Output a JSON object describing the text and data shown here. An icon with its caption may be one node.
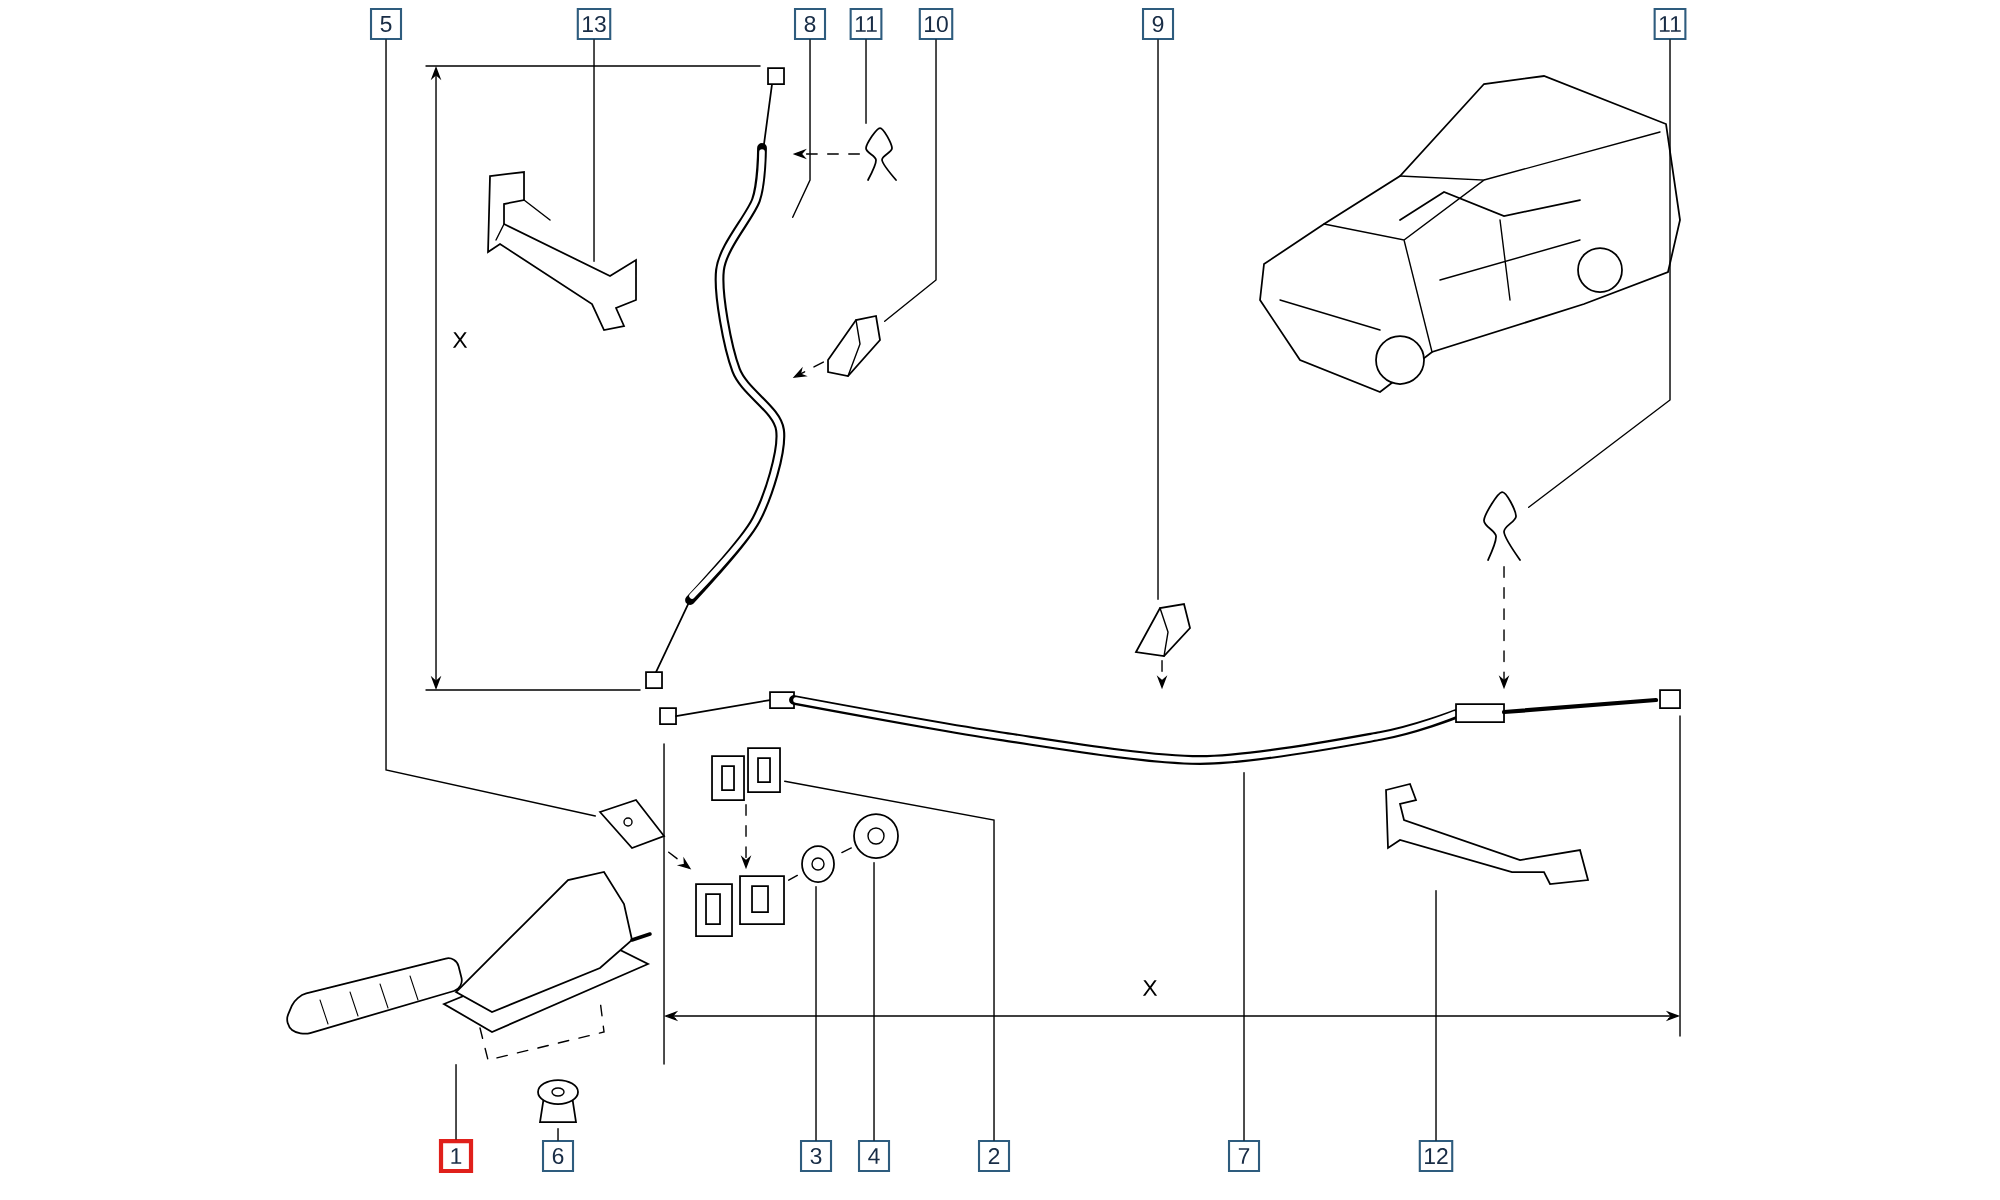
{
  "diagram": {
    "nodes": [
      {
        "text": [
          "5"
        ]
      },
      {
        "text": [
          "13"
        ]
      },
      {
        "text": [
          "8"
        ]
      },
      {
        "text": [
          "11"
        ]
      },
      {
        "text": [
          "10"
        ]
      },
      {
        "text": [
          "9"
        ]
      },
      {
        "text": [
          "11"
        ]
      },
      {
        "text": [
          "1"
        ]
      },
      {
        "text": [
          "6"
        ]
      },
      {
        "text": [
          "3"
        ]
      },
      {
        "text": [
          "4"
        ]
      },
      {
        "text": [
          "2"
        ]
      },
      {
        "text": [
          "7"
        ]
      },
      {
        "text": [
          "12"
        ]
      },
      {
        "text": [],
        "shape": "picture"
      },
      {
        "text": [],
        "shape": "picture"
      },
      {
        "text": [],
        "shape": "picture"
      },
      {
        "text": [],
        "shape": "picture"
      },
      {
        "text": [],
        "shape": "picture"
      },
      {
        "text": [],
        "shape": "picture"
      },
      {
        "text": [],
        "shape": "picture"
      },
      {
        "text": [],
        "shape": "picture"
      },
      {
        "text": [],
        "shape": "picture"
      },
      {
        "text": [],
        "shape": "picture"
      },
      {
        "text": [],
        "shape": "picture"
      },
      {
        "text": [],
        "shape": "picture"
      },
      {
        "text": [],
        "shape": "picture"
      },
      {
        "text": [],
        "shape": "picture"
      },
      {
        "text": [],
        "shape": "picture"
      }
    ],
    "edges": [
      {
        "from": 0,
        "to": 19,
        "arrow": "none"
      },
      {
        "from": 1,
        "to": 14,
        "arrow": "none"
      },
      {
        "from": 2,
        "to": 15,
        "arrow": "none"
      },
      {
        "from": 3,
        "to": 16,
        "arrow": "none"
      },
      {
        "from": 4,
        "to": 17,
        "arrow": "none"
      },
      {
        "from": 5,
        "to": 25,
        "arrow": "none"
      },
      {
        "from": 6,
        "to": 27,
        "arrow": "none"
      },
      {
        "from": 7,
        "to": 20,
        "arrow": "none"
      },
      {
        "from": 8,
        "to": 24,
        "arrow": "none"
      },
      {
        "from": 9,
        "to": 22,
        "arrow": "none"
      },
      {
        "from": 10,
        "to": 23,
        "arrow": "none"
      },
      {
        "from": 11,
        "to": 18,
        "arrow": "none"
      },
      {
        "from": 12,
        "to": 26,
        "arrow": "none"
      },
      {
        "from": 13,
        "to": 28,
        "arrow": "none"
      },
      {
        "from": 16,
        "to": 15,
        "arrow": "to",
        "style": "dashed"
      },
      {
        "from": 17,
        "to": 15,
        "arrow": "to",
        "style": "dashed"
      },
      {
        "from": 25,
        "to": 26,
        "arrow": "to",
        "style": "dashed"
      },
      {
        "from": 27,
        "to": 26,
        "arrow": "to",
        "style": "dashed"
      },
      {
        "from": 19,
        "to": 21,
        "arrow": "to",
        "style": "dashed"
      },
      {
        "from": 18,
        "to": 21,
        "arrow": "to",
        "style": "dashed"
      },
      {
        "from": 22,
        "to": 21,
        "arrow": "none",
        "style": "dashed"
      },
      {
        "from": 23,
        "to": 22,
        "arrow": "none",
        "style": "dashed"
      }
    ],
    "labels": [
      "X",
      "X"
    ]
  }
}
